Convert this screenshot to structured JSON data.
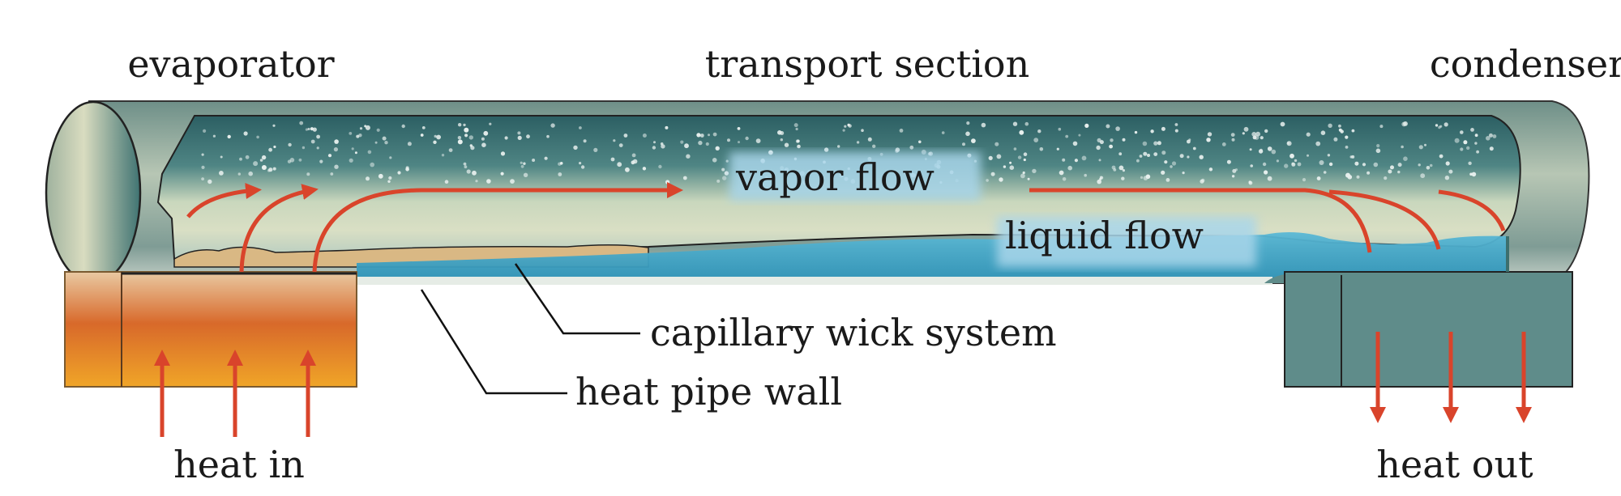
{
  "title": "Heat pipe diagram",
  "labels": {
    "evaporator": "evaporator",
    "transport_section": "transport section",
    "condenser": "condenser",
    "vapor_flow": "vapor flow",
    "liquid_flow": "liquid flow",
    "capillary_wick_system": "capillary wick system",
    "heat_pipe_wall": "heat pipe wall",
    "heat_in": "heat in",
    "heat_out": "heat out"
  },
  "colors": {
    "arrow": "#d9442b",
    "pipe_shell": "#8fa89c",
    "vapor_dark": "#2f6a6c",
    "liquid": "#3aa7c9",
    "evaporator_hot": "#e0742a",
    "condenser_cool": "#5f8c8a",
    "label_highlight": "#a9d6ea"
  }
}
